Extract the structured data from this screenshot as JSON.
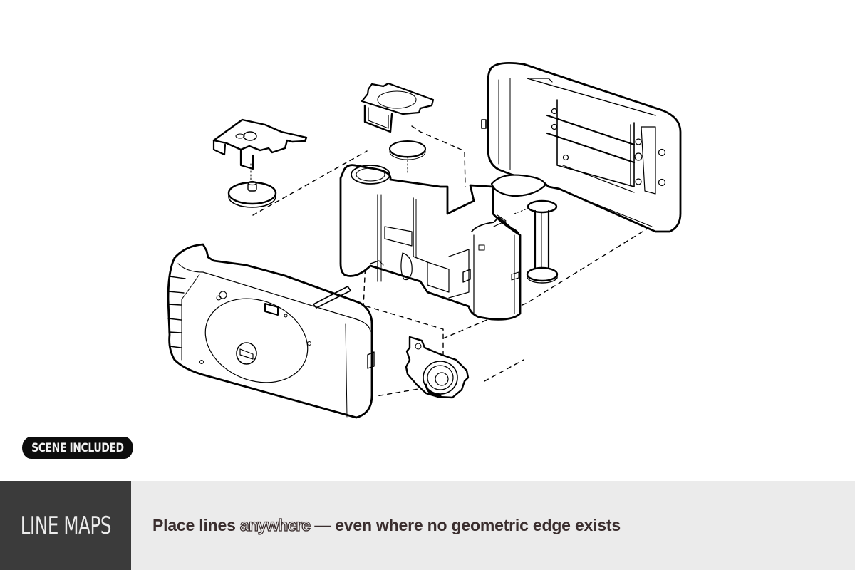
{
  "illustration": {
    "subject": "exploded-view line drawing of a disposable camera",
    "parts": [
      {
        "id": "top-bracket",
        "label": "top bracket"
      },
      {
        "id": "film-advance-wheel",
        "label": "film advance wheel"
      },
      {
        "id": "viewfinder-plate",
        "label": "viewfinder plate"
      },
      {
        "id": "shutter-disc",
        "label": "shutter disc"
      },
      {
        "id": "rear-housing",
        "label": "rear housing"
      },
      {
        "id": "inner-chassis",
        "label": "inner chassis"
      },
      {
        "id": "film-spool",
        "label": "film spool"
      },
      {
        "id": "front-housing",
        "label": "front housing"
      },
      {
        "id": "lens-assembly",
        "label": "lens assembly"
      }
    ],
    "line_color": "#000000",
    "background": "#ffffff"
  },
  "badge": {
    "label": "SCENE INCLUDED",
    "background": "#0d0d0d",
    "text_color": "#f2f2f2"
  },
  "footer": {
    "title": "LINE MAPS",
    "tagline_before": "Place lines ",
    "tagline_emphasis": "anywhere",
    "tagline_after": " — even where no geometric edge exists",
    "left_background": "#3b3b3b",
    "right_background": "#ebebeb",
    "text_color": "#3a2e2e"
  }
}
